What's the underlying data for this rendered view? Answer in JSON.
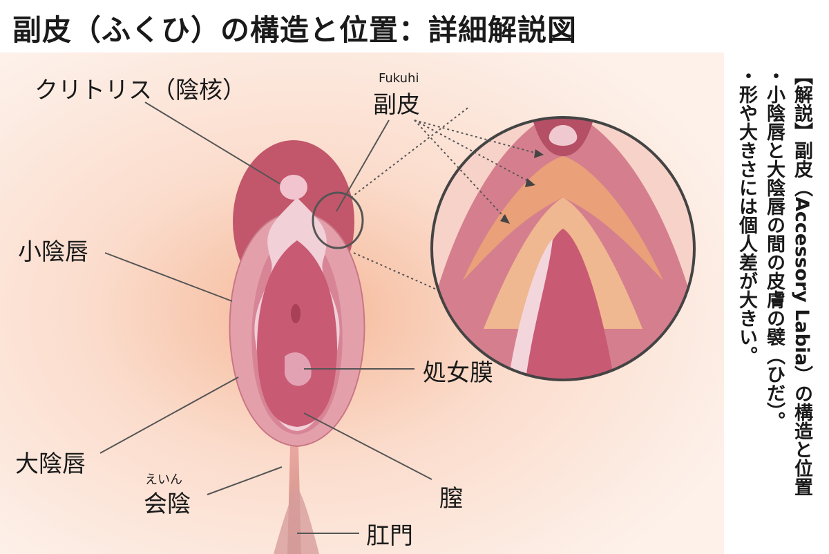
{
  "title": "副皮（ふくひ）の構造と位置：詳細解説図",
  "labels": {
    "clitoris": "クリトリス（陰核）",
    "fukuhi_ruby": "Fukuhi",
    "fukuhi": "副皮",
    "labia_minora": "小陰唇",
    "hymen": "処女膜",
    "labia_majora": "大陰唇",
    "perineum_ruby": "えいん",
    "perineum": "会陰",
    "vagina": "膣",
    "anus": "肛門"
  },
  "explanation": {
    "heading": "【解説】副皮（Accessory Labia）の構造と位置",
    "points": [
      "・小陰唇と大陰唇の間の皮膚の襞（ひだ）。",
      "・形や大きさには個人差が大きい。"
    ]
  },
  "colors": {
    "background_glow": "#f6c4a8",
    "outer_labia": "#e3a0ab",
    "inner_labia": "#d47a8c",
    "highlight": "#f3d6dc",
    "fukuhi_fold": "#eaa078",
    "line": "#555555"
  }
}
